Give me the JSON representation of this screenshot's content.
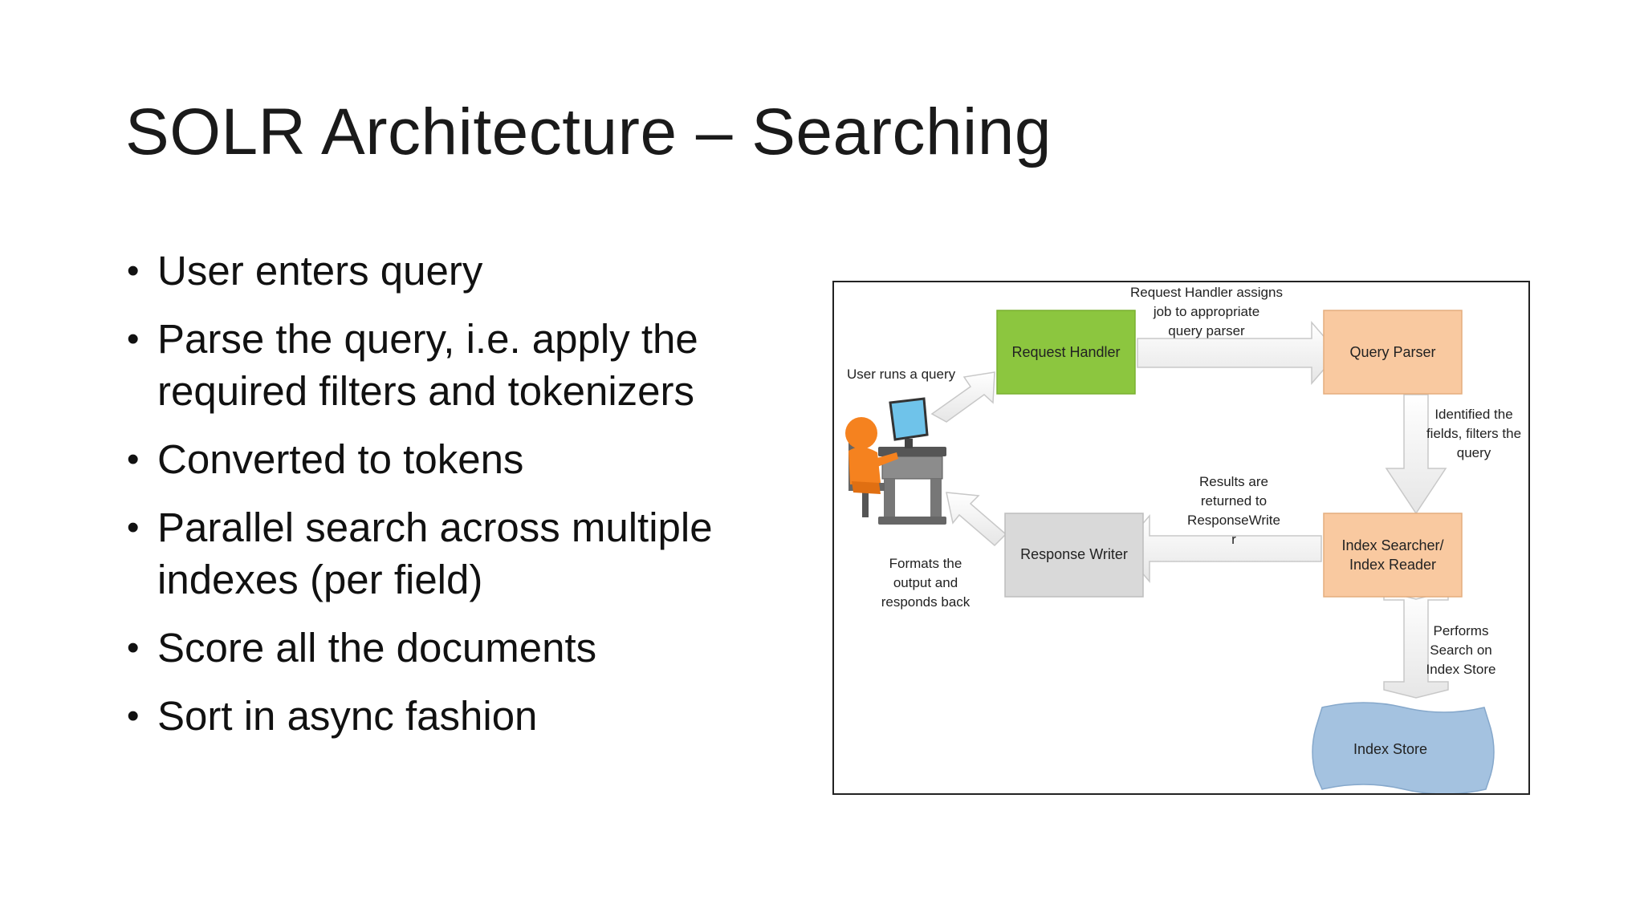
{
  "slide": {
    "title": "SOLR Architecture – Searching",
    "bullets": [
      {
        "text": "User enters query"
      },
      {
        "text": "Parse the query, i.e. apply the required filters and tokenizers"
      },
      {
        "text": "Converted to tokens"
      },
      {
        "text": "Parallel search across multiple indexes (per field)"
      },
      {
        "text": "Score all the documents"
      },
      {
        "text": "Sort in async fashion"
      }
    ]
  },
  "diagram": {
    "nodes": {
      "request_handler": "Request Handler",
      "query_parser": "Query Parser",
      "response_writer": "Response Writer",
      "index_searcher_line1": "Index Searcher/",
      "index_searcher_line2": "Index Reader",
      "index_store": "Index Store"
    },
    "labels": {
      "user_runs_query": "User runs a query",
      "assigns_line1": "Request Handler assigns",
      "assigns_line2": "job to appropriate",
      "assigns_line3": "query parser",
      "identified_line1": "Identified the",
      "identified_line2": "fields, filters the",
      "identified_line3": "query",
      "results_line1": "Results are",
      "results_line2": "returned to",
      "results_line3": "ResponseWrite",
      "results_line4": "r",
      "formats_line1": "Formats the",
      "formats_line2": "output and",
      "formats_line3": "responds back",
      "performs_line1": "Performs",
      "performs_line2": "Search on",
      "performs_line3": "Index Store"
    },
    "colors": {
      "request_handler": "#8cc63f",
      "query_parser": "#f9c9a0",
      "response_writer": "#d9d9d9",
      "index_searcher": "#f9c9a0",
      "index_store": "#a4c2e0",
      "user_figure": "#f5821f"
    },
    "icons": [
      "user-at-computer-icon"
    ]
  }
}
